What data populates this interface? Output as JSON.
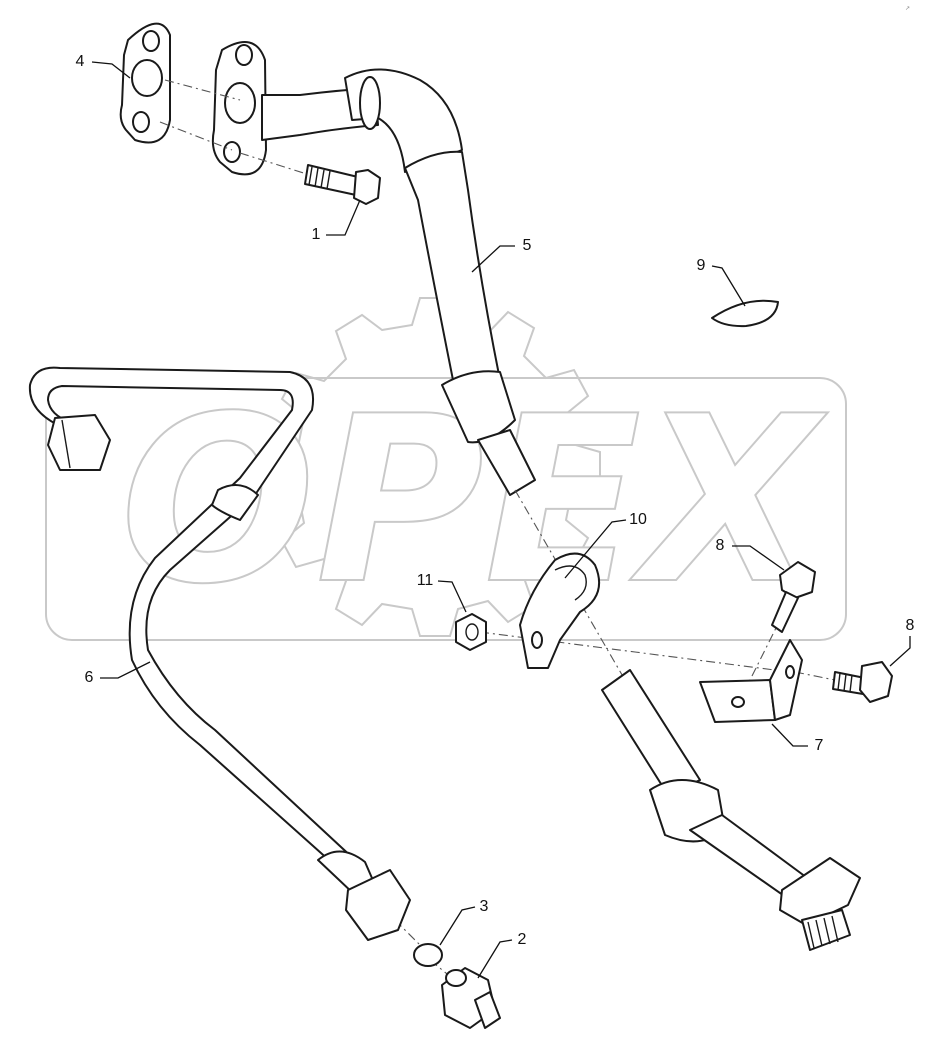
{
  "watermark": {
    "text": "OPEX"
  },
  "corner_code": "↗",
  "callouts": {
    "c1": "1",
    "c2": "2",
    "c3": "3",
    "c4": "4",
    "c5": "5",
    "c6": "6",
    "c7": "7",
    "c8a": "8",
    "c8b": "8",
    "c9": "9",
    "c10": "10",
    "c11": "11"
  }
}
